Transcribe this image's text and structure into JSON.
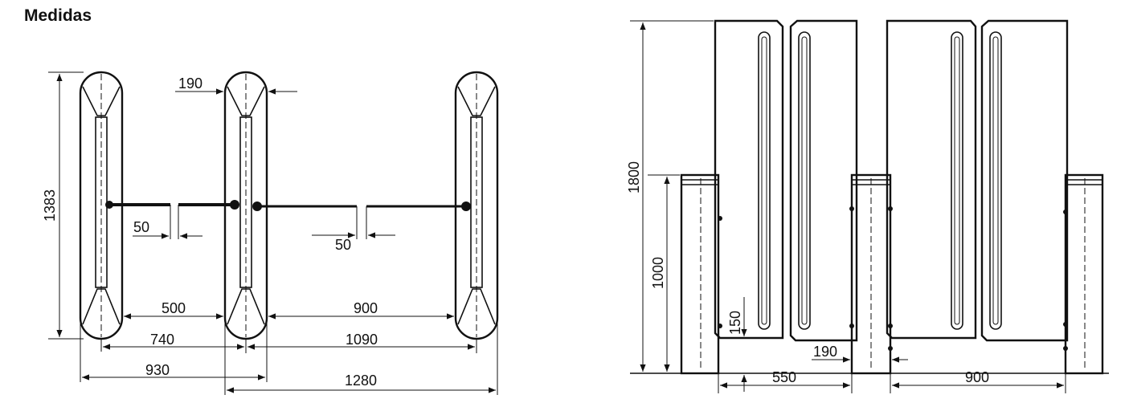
{
  "title": "Medidas",
  "plan_view": {
    "dims": {
      "height_total": "1383",
      "post_width": "190",
      "gap_left": "50",
      "gap_right": "50",
      "passage_small": "500",
      "passage_large": "900",
      "center_small": "740",
      "center_large": "1090",
      "outer_small": "930",
      "outer_large": "1280"
    }
  },
  "elevation_view": {
    "dims": {
      "height_total": "1800",
      "post_height": "1000",
      "ground_clearance": "150",
      "post_width": "190",
      "passage_small": "550",
      "passage_large": "900"
    }
  }
}
